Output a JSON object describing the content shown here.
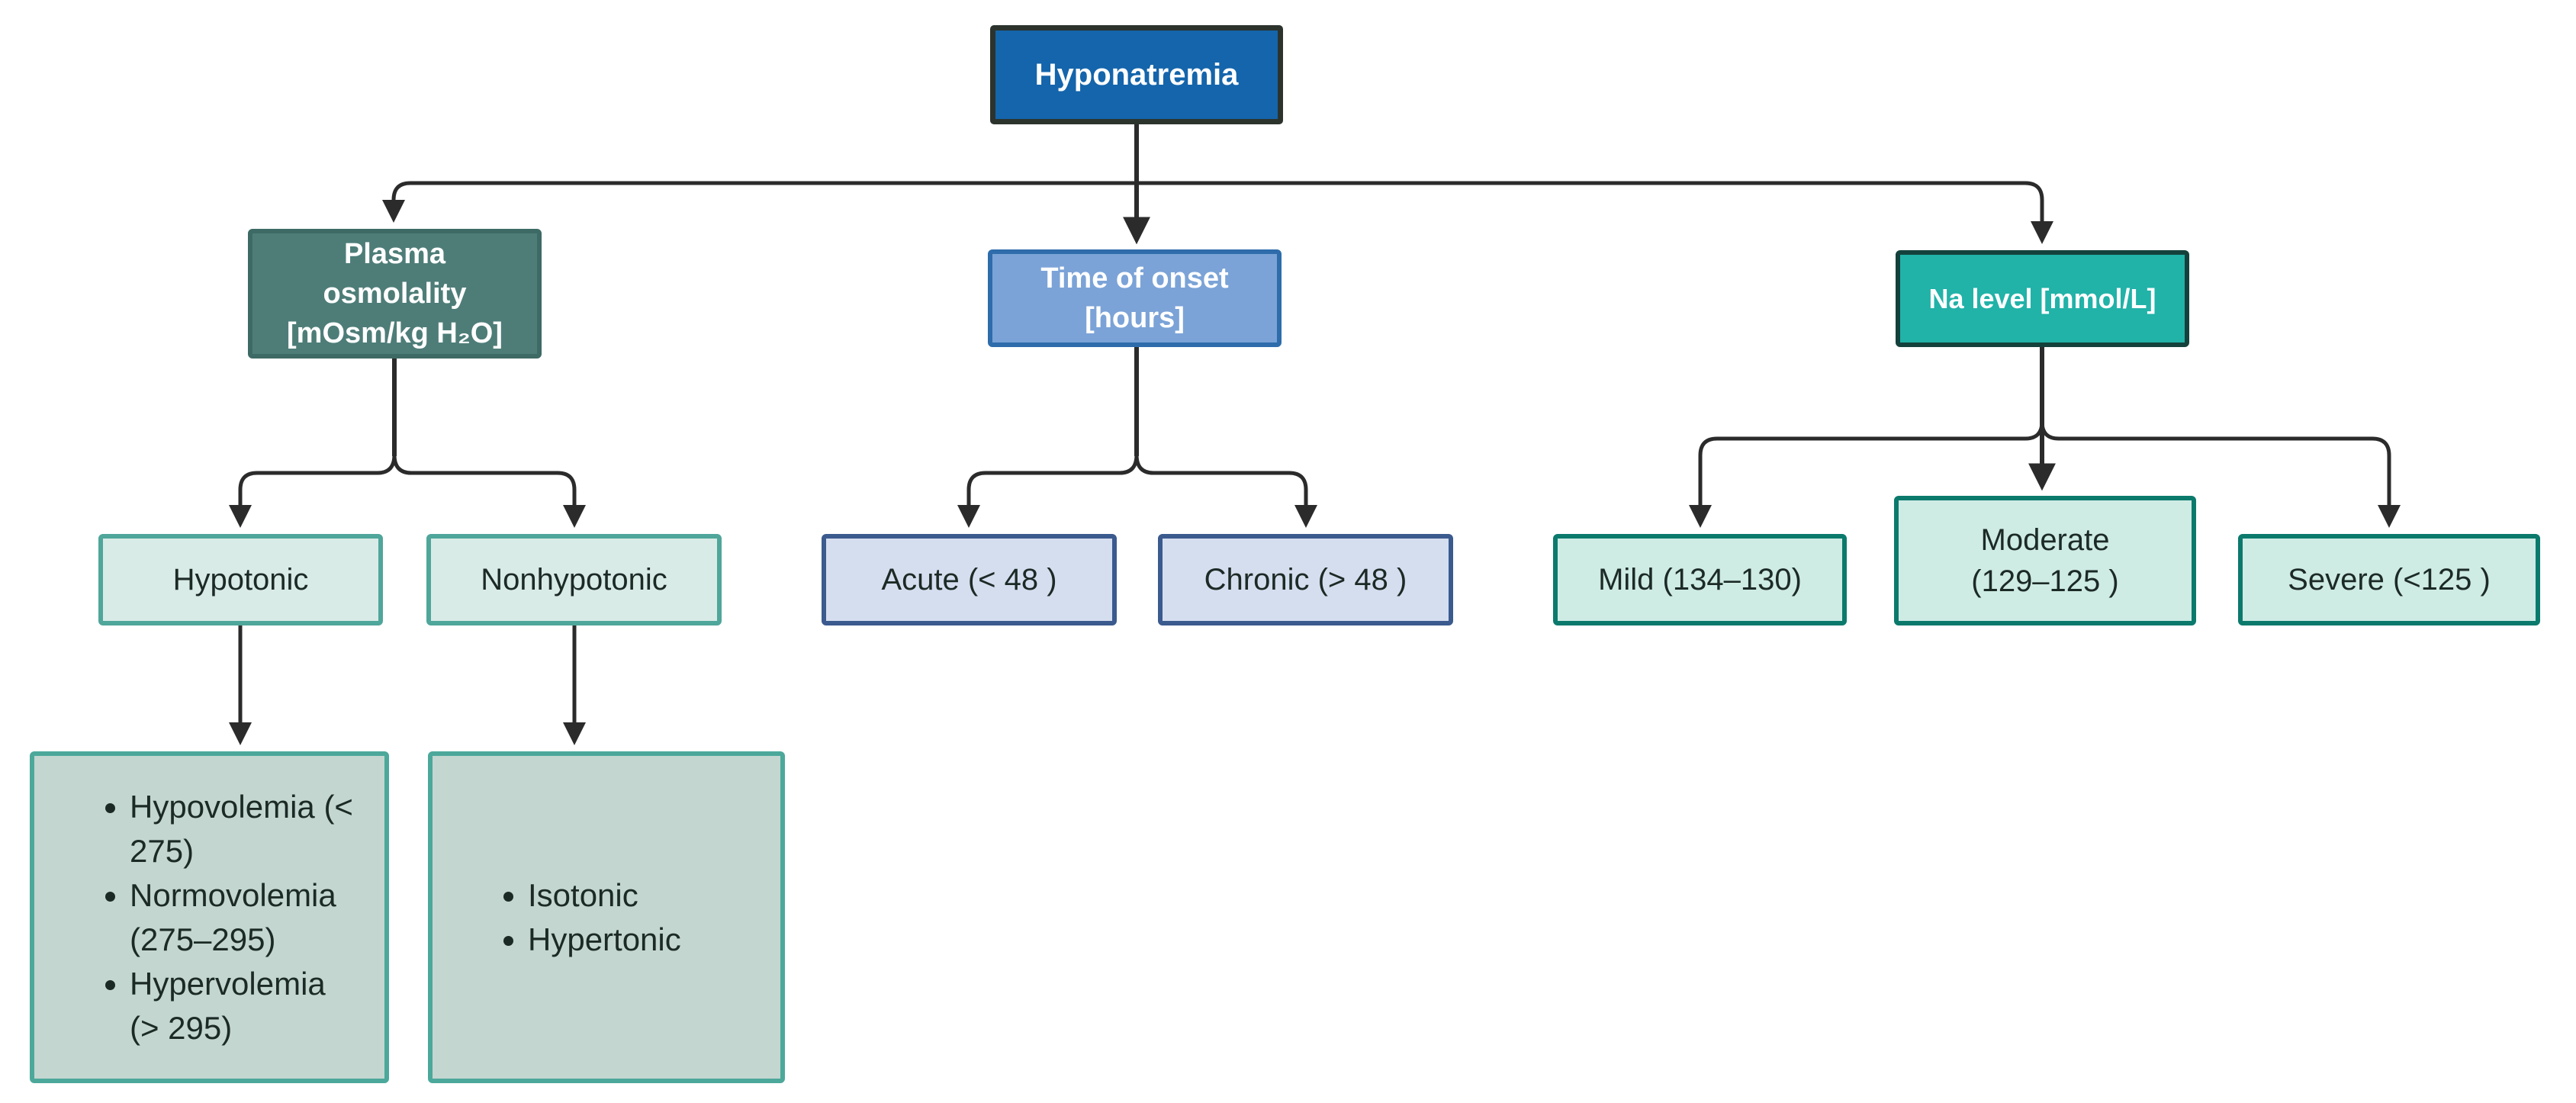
{
  "diagram_title": "Hyponatremia",
  "colors": {
    "root_fill": "#1465ab",
    "root_border": "#2c332d",
    "plasma_fill": "#4e7d78",
    "plasma_border": "#3d6a64",
    "onset_fill": "#7ba3d7",
    "onset_border": "#2e6cab",
    "na_fill": "#21b2a8",
    "na_border": "#14413c",
    "tonic_fill": "#d9ebe7",
    "tonic_border": "#4fa69a",
    "time_fill": "#d5deef",
    "time_border": "#3b5a8e",
    "severity_fill": "#ceebe4",
    "severity_border": "#0b7a6c",
    "detail_fill": "#c3d6d0",
    "detail_border": "#4ca89a",
    "line": "#2b2b2b",
    "text_dark": "#1c2a26"
  },
  "nodes": {
    "root": {
      "label": "Hyponatremia"
    },
    "plasma": {
      "lines": [
        "Plasma",
        "osmolality",
        "[mOsm/kg H₂O]"
      ]
    },
    "onset": {
      "lines": [
        "Time of onset",
        "[hours]"
      ]
    },
    "na": {
      "label": "Na level [mmol/L]"
    },
    "hypotonic": {
      "label": "Hypotonic"
    },
    "nonhypotonic": {
      "label": "Nonhypotonic"
    },
    "acute": {
      "label": "Acute (< 48 )"
    },
    "chronic": {
      "label": "Chronic (> 48 )"
    },
    "mild": {
      "label": "Mild (134–130)"
    },
    "moderate": {
      "lines": [
        "Moderate",
        "(129–125 )"
      ]
    },
    "severe": {
      "label": "Severe (<125 )"
    },
    "hypotonic_detail": {
      "items": [
        "Hypovolemia (< 275)",
        "Normovolemia (275–295)",
        "Hypervolemia (> 295)"
      ]
    },
    "nonhypotonic_detail": {
      "items": [
        "Isotonic",
        "Hypertonic"
      ]
    }
  }
}
